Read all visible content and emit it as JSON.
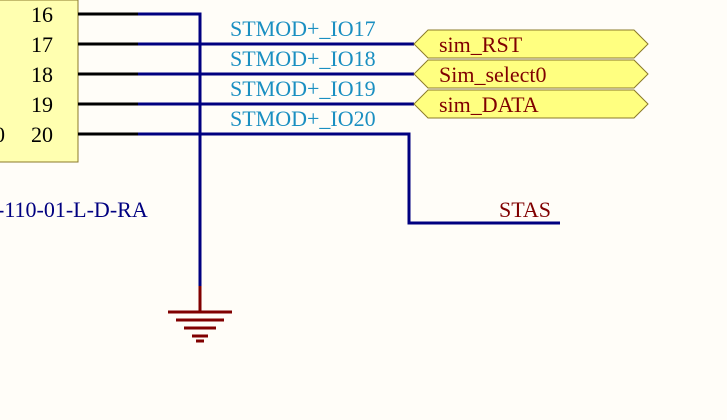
{
  "schematic": {
    "pins": [
      {
        "number": "16"
      },
      {
        "number": "17"
      },
      {
        "number": "18"
      },
      {
        "number": "19"
      },
      {
        "number": "20",
        "left_fragment": "0"
      }
    ],
    "part_label": "-110-01-L-D-RA",
    "net_labels": [
      "STMOD+_IO17",
      "STMOD+_IO18",
      "STMOD+_IO19",
      "STMOD+_IO20"
    ],
    "ports": [
      "sim_RST",
      "Sim_select0",
      "sim_DATA"
    ],
    "power_net": "STAS",
    "colors": {
      "background": "#fffdf8",
      "wire": "#000080",
      "pin_line": "#000000",
      "net_label": "#1a8fc1",
      "port_fill": "#ffff80",
      "port_stroke": "#8b7a2a",
      "port_text": "#800000",
      "ground": "#800000",
      "connector_fill": "#ffffb0"
    }
  }
}
